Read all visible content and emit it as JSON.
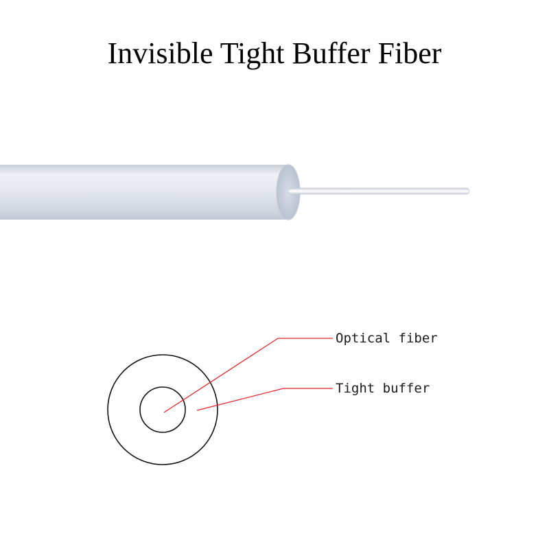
{
  "title": "Invisible Tight Buffer Fiber",
  "labels": {
    "optical_fiber": "Optical fiber",
    "tight_buffer": "Tight buffer"
  },
  "colors": {
    "leader_line": "#e8232a",
    "outline": "#111111",
    "cable_body": "#dfe3ea",
    "cable_end": "#bfc7d6",
    "fiber_core": "#f4f6f9"
  }
}
